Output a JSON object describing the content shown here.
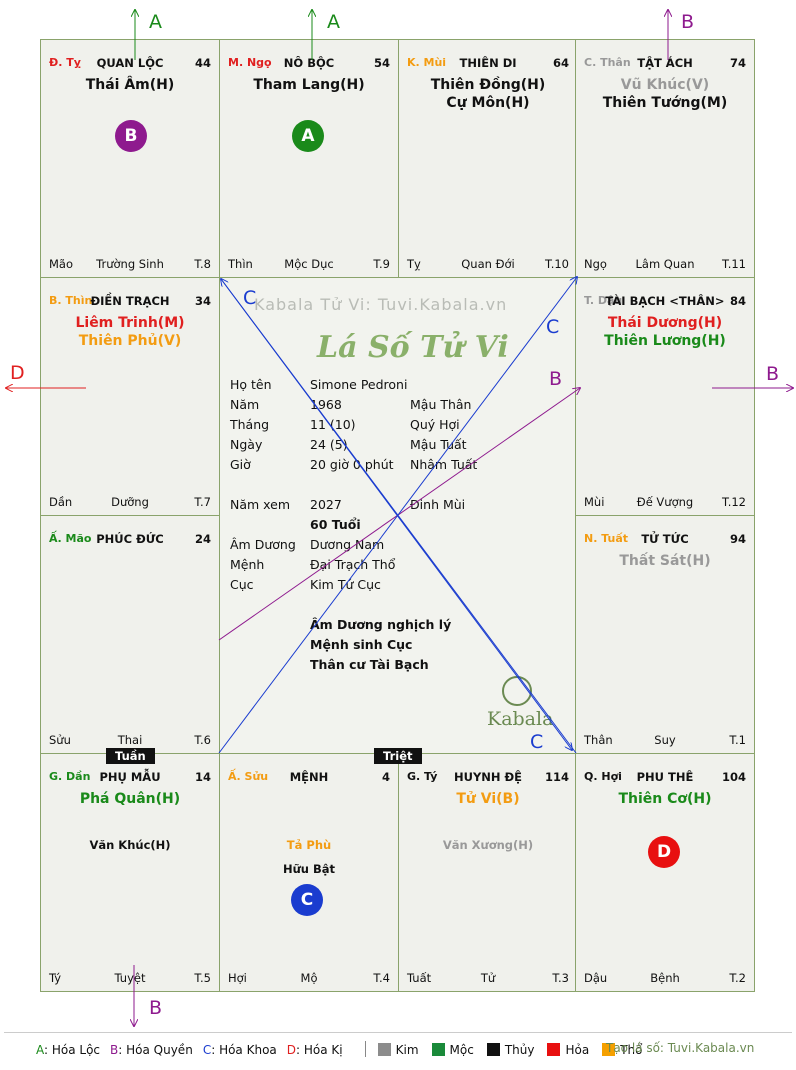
{
  "palaces": [
    {
      "id": "ty",
      "can": "Đ. Tỵ",
      "can_color": "red",
      "name": "QUAN LỘC",
      "num": "44",
      "stars": [
        {
          "t": "Thái Âm(H)",
          "c": "black"
        }
      ],
      "foot": [
        "Mão",
        "Trường Sinh",
        "T.8"
      ]
    },
    {
      "id": "ngo",
      "can": "M. Ngọ",
      "can_color": "red",
      "name": "NÔ BỘC",
      "num": "54",
      "stars": [
        {
          "t": "Tham Lang(H)",
          "c": "black"
        }
      ],
      "foot": [
        "Thìn",
        "Mộc Dục",
        "T.9"
      ]
    },
    {
      "id": "mui",
      "can": "K. Mùi",
      "can_color": "gold",
      "name": "THIÊN DI",
      "num": "64",
      "stars": [
        {
          "t": "Thiên Đồng(H)",
          "c": "black"
        },
        {
          "t": "Cự Môn(H)",
          "c": "black"
        }
      ],
      "foot": [
        "Tỵ",
        "Quan Đới",
        "T.10"
      ]
    },
    {
      "id": "than",
      "can": "C. Thân",
      "can_color": "gray",
      "name": "TẬT ÁCH",
      "num": "74",
      "stars": [
        {
          "t": "Vũ Khúc(V)",
          "c": "gray"
        },
        {
          "t": "Thiên Tướng(M)",
          "c": "black"
        }
      ],
      "foot": [
        "Ngọ",
        "Lâm Quan",
        "T.11"
      ]
    },
    {
      "id": "thin",
      "can": "B. Thìn",
      "can_color": "gold",
      "name": "ĐIỀN TRẠCH",
      "num": "34",
      "stars": [
        {
          "t": "Liêm Trinh(M)",
          "c": "red"
        },
        {
          "t": "Thiên Phủ(V)",
          "c": "gold"
        }
      ],
      "foot": [
        "Dần",
        "Dưỡng",
        "T.7"
      ]
    },
    {
      "id": "dau",
      "can": "T. Dậu",
      "can_color": "gray",
      "name": "TÀI BẠCH <THÂN>",
      "num": "84",
      "stars": [
        {
          "t": "Thái Dương(H)",
          "c": "red"
        },
        {
          "t": "Thiên Lương(H)",
          "c": "green"
        }
      ],
      "foot": [
        "Mùi",
        "Đế Vượng",
        "T.12"
      ]
    },
    {
      "id": "mao",
      "can": "Ấ. Mão",
      "can_color": "green",
      "name": "PHÚC ĐỨC",
      "num": "24",
      "stars": [],
      "foot": [
        "Sửu",
        "Thai",
        "T.6"
      ]
    },
    {
      "id": "tuat",
      "can": "N. Tuất",
      "can_color": "gold",
      "name": "TỬ TỨC",
      "num": "94",
      "stars": [
        {
          "t": "Thất Sát(H)",
          "c": "gray"
        }
      ],
      "foot": [
        "Thân",
        "Suy",
        "T.1"
      ]
    },
    {
      "id": "dan",
      "can": "G. Dần",
      "can_color": "green",
      "name": "PHỤ MẪU",
      "num": "14",
      "stars": [
        {
          "t": "Phá Quân(H)",
          "c": "green"
        }
      ],
      "minor": [
        {
          "t": "Văn Khúc(H)",
          "c": "black"
        }
      ],
      "foot": [
        "Tý",
        "Tuyệt",
        "T.5"
      ]
    },
    {
      "id": "suu",
      "can": "Ấ. Sửu",
      "can_color": "gold",
      "name": "MỆNH",
      "num": "4",
      "stars": [],
      "minor": [
        {
          "t": "Tả Phù",
          "c": "gold"
        },
        {
          "t": "Hữu Bật",
          "c": "black"
        }
      ],
      "foot": [
        "Hợi",
        "Mộ",
        "T.4"
      ]
    },
    {
      "id": "ti",
      "can": "G. Tý",
      "can_color": "black",
      "name": "HUYNH ĐỆ",
      "num": "114",
      "stars": [
        {
          "t": "Tử Vi(B)",
          "c": "gold"
        }
      ],
      "minor": [
        {
          "t": "Văn Xương(H)",
          "c": "gray"
        }
      ],
      "foot": [
        "Tuất",
        "Tử",
        "T.3"
      ]
    },
    {
      "id": "hoi",
      "can": "Q. Hợi",
      "can_color": "black",
      "name": "PHU THÊ",
      "num": "104",
      "stars": [
        {
          "t": "Thiên Cơ(H)",
          "c": "green"
        }
      ],
      "foot": [
        "Dậu",
        "Bệnh",
        "T.2"
      ]
    }
  ],
  "badges": {
    "a": "A",
    "b": "B",
    "c": "C",
    "d": "D"
  },
  "tags": {
    "tuan": "Tuần",
    "triet": "Triệt"
  },
  "center": {
    "watermark": "Kabala Tử Vi: Tuvi.Kabala.vn",
    "logo": "Lá Số Tử Vi",
    "rows": [
      {
        "k": "Họ tên",
        "v": "Simone Pedroni",
        "x": ""
      },
      {
        "k": "Năm",
        "v": "1968",
        "x": "Mậu Thân"
      },
      {
        "k": "Tháng",
        "v": "11 (10)",
        "x": "Quý Hợi"
      },
      {
        "k": "Ngày",
        "v": "24  (5)",
        "x": "Mậu Tuất"
      },
      {
        "k": "Giờ",
        "v": "20 giờ 0 phút",
        "x": "Nhâm Tuất"
      }
    ],
    "year_row": {
      "k": "Năm xem",
      "v": "2027",
      "x": "Đinh Mùi"
    },
    "age": "60 Tuổi",
    "rows2": [
      {
        "k": "Âm Dương",
        "v": "Dương Nam"
      },
      {
        "k": "Mệnh",
        "v": "Đại Trạch Thổ"
      },
      {
        "k": "Cục",
        "v": "Kim Tứ Cục"
      }
    ],
    "notes": [
      "Âm Dương nghịch lý",
      "Mệnh sinh Cục",
      "Thân cư Tài Bạch"
    ],
    "brand": "Kabala"
  },
  "arrow_labels": {
    "a1": "A",
    "a2": "A",
    "b1": "B",
    "b2": "B",
    "b3": "B",
    "b4": "B",
    "c1": "C",
    "c2": "C",
    "c3": "C",
    "d1": "D"
  },
  "legend": {
    "hoa": [
      {
        "k": "A",
        "v": "Hóa Lộc",
        "c": "#1a8a1a"
      },
      {
        "k": "B",
        "v": "Hóa Quyền",
        "c": "#8e1a8e"
      },
      {
        "k": "C",
        "v": "Hóa Khoa",
        "c": "#1a3ccf"
      },
      {
        "k": "D",
        "v": "Hóa Kị",
        "c": "#e02020"
      }
    ],
    "elements": [
      {
        "n": "Kim",
        "c": "#8c8c8c"
      },
      {
        "n": "Mộc",
        "c": "#1a8a3a"
      },
      {
        "n": "Thủy",
        "c": "#111111"
      },
      {
        "n": "Hỏa",
        "c": "#e81010"
      },
      {
        "n": "Thổ",
        "c": "#f5a000"
      }
    ],
    "site": "Tạo lá số: Tuvi.Kabala.vn"
  }
}
